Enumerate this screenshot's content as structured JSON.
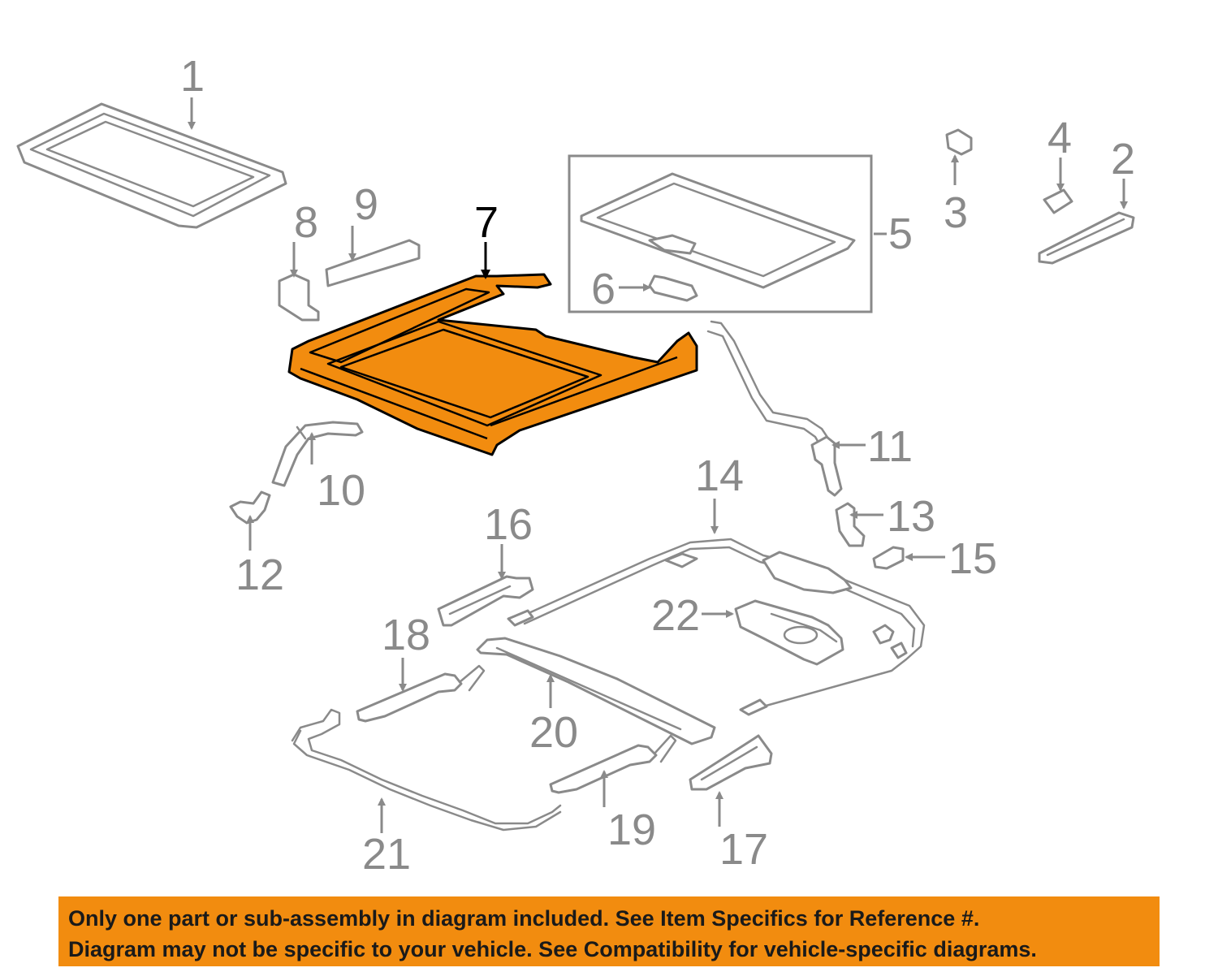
{
  "callouts": {
    "c1": "1",
    "c2": "2",
    "c3": "3",
    "c4": "4",
    "c5": "5",
    "c6": "6",
    "c7": "7",
    "c8": "8",
    "c9": "9",
    "c10": "10",
    "c11": "11",
    "c12": "12",
    "c13": "13",
    "c14": "14",
    "c15": "15",
    "c16": "16",
    "c17": "17",
    "c18": "18",
    "c19": "19",
    "c20": "20",
    "c21": "21",
    "c22": "22"
  },
  "highlighted_part": "7",
  "colors": {
    "highlight": "#f28c0f",
    "part_stroke": "#8a8a8a",
    "banner": "#f28c0f"
  },
  "notice": {
    "line1": "Only one part or sub-assembly in diagram included. See Item Specifics for Reference #.",
    "line2": "Diagram may not be specific to your vehicle. See Compatibility for vehicle-specific diagrams."
  }
}
